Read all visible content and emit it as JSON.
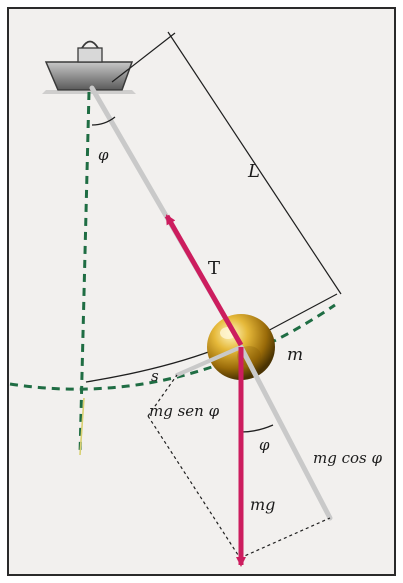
{
  "diagram": {
    "labels": {
      "length": "L",
      "angle_top": "φ",
      "tension": "T",
      "mass": "m",
      "arc": "s",
      "tangential_component": "mg sen φ",
      "radial_component": "mg cos φ",
      "angle_bottom": "φ",
      "weight": "mg"
    },
    "colors": {
      "background": "#f2f0ee",
      "border": "#2a2a2a",
      "dashed_path": "#1f6d43",
      "vectors": "#cc1d5e",
      "rod": "#c9c9c9",
      "bob": "#d4a21d",
      "guide_lines": "#1f1f1f"
    }
  }
}
